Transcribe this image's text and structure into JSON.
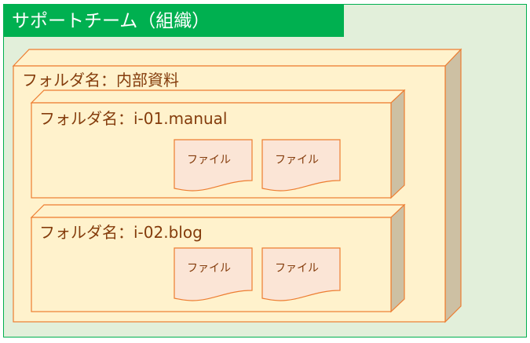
{
  "title": "サポートチーム（組織）",
  "colors": {
    "title_bar": "#00b050",
    "background": "#e2efda",
    "box_face": "#fff2cc",
    "box_side": "#cdc0a3",
    "box_border": "#ed7d31",
    "file_fill": "#fbe5d6",
    "text": "#843c0c"
  },
  "outer_folder": {
    "label": "フォルダ名：内部資料"
  },
  "folders": [
    {
      "label": "フォルダ名：i-01.manual",
      "files": [
        "ファイル",
        "ファイル"
      ]
    },
    {
      "label": "フォルダ名：i-02.blog",
      "files": [
        "ファイル",
        "ファイル"
      ]
    }
  ]
}
